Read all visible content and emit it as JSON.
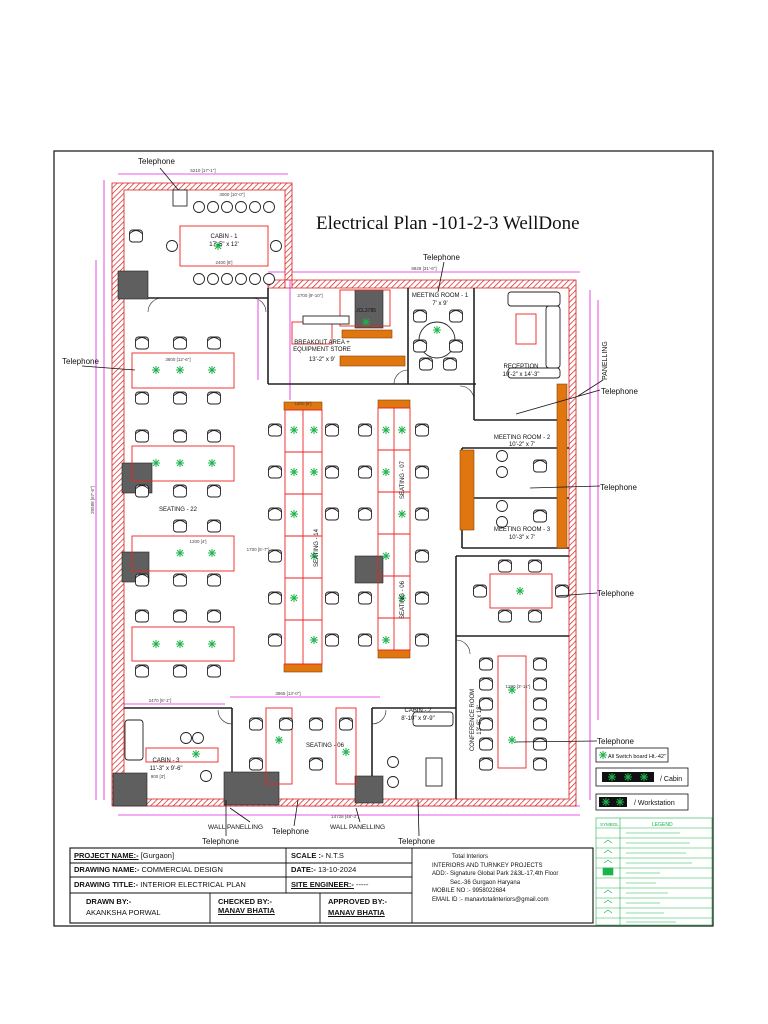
{
  "drawing": {
    "title": "Electrical Plan -101-2-3 WellDone",
    "callouts": {
      "telephone": "Telephone",
      "panelling": "PANELLING",
      "wall_panelling": "WALL PANELLING"
    },
    "rooms": {
      "cabin_top": {
        "name": "CABIN - 1",
        "size": "17'-5\" x 12'"
      },
      "breakout": {
        "name": "BREAKOUT AREA +",
        "sub": "EQUIPMENT STORE",
        "size": "13'-2\" x 9'"
      },
      "meeting1": {
        "name": "MEETING ROOM - 1",
        "size": "7' x 9'"
      },
      "reception": {
        "name": "RECEPTION",
        "size": "10'-2\" x 14'-3\""
      },
      "meeting2": {
        "name": "MEETING ROOM - 2",
        "size": "10'-2\" x 7'"
      },
      "meeting3": {
        "name": "MEETING ROOM - 3",
        "size": "10'-3\" x 7'"
      },
      "seating22": {
        "name": "SEATING - 22"
      },
      "seating14": {
        "name": "SEATING - 14"
      },
      "seating07": {
        "name": "SEATING - 07"
      },
      "seating06a": {
        "name": "SEATING - 06"
      },
      "seating06b": {
        "name": "SEATING - 06"
      },
      "cabin3": {
        "name": "CABIN - 3",
        "size": "11'-3\" x 9'-6\""
      },
      "cabin2": {
        "name": "CABIN - 2",
        "size": "8'-10\" x 9'-9\""
      },
      "conference": {
        "name": "CONFERENCE ROOM",
        "size": "13'-6\" x 18'"
      }
    },
    "dims": [
      "5210 [17'-1\"]",
      "2400 [8']",
      "3000 [10'-0\"]",
      "8828 [31'-6\"]",
      "2700 [9'-10\"]",
      "1800 [6']",
      "1200 [4']",
      "1700 [5'-7\"]",
      "3800 [12'-6\"]",
      "14728 [48'-3\"]",
      "3965 [13'-0\"]",
      "2470 [8'-1\"]",
      "20588 [67'-6\"]",
      "1200 [3'-11\"]",
      "900 [3']"
    ],
    "cell_labels": [
      "JCL3785"
    ]
  },
  "legend_boxes": {
    "switch_board": "All Switch board Ht.-42\"",
    "cabin": "/ Cabin",
    "workstation": "/ Workstation"
  },
  "legend_table": {
    "header_symbol": "SYMBOL",
    "header_legend": "LEGEND",
    "rows": [
      "",
      "",
      "",
      "",
      "",
      "",
      "",
      "",
      "",
      ""
    ]
  },
  "title_block": {
    "project_name_label": "PROJECT NAME:-",
    "project_name": "[Gurgaon]",
    "scale_label": "SCALE :-",
    "scale": "N.T.S",
    "drawing_name_label": "DRAWING NAME:-",
    "drawing_name": "COMMERCIAL DESIGN",
    "date_label": "DATE:-",
    "date": "13-10-2024",
    "drawing_title_label": "DRAWING TITLE:-",
    "drawing_title": "INTERIOR ELECTRICAL PLAN",
    "site_engineer_label": "SITE ENGINEER:-",
    "site_engineer": "-----",
    "drawn_by_label": "DRAWN BY:-",
    "drawn_by": "AKANKSHA PORWAL",
    "checked_by_label": "CHECKED BY:-",
    "checked_by": "MANAV BHATIA",
    "approved_by_label": "APPROVED BY:-",
    "approved_by": "MANAV BHATIA",
    "firm_name": "Total Interiors",
    "firm_desc": "INTERIORS AND TURNKEY PROJECTS",
    "firm_addr1": "ADD:- Signature Global Park 2&3L-17,4th Floor",
    "firm_addr2": "Sec.-36 Gurgaon  Haryana",
    "firm_mobile": "MOBILE NO   :- 9958022684",
    "firm_email": "EMAIL ID     :- manavtotalinteriors@gmail.com"
  }
}
